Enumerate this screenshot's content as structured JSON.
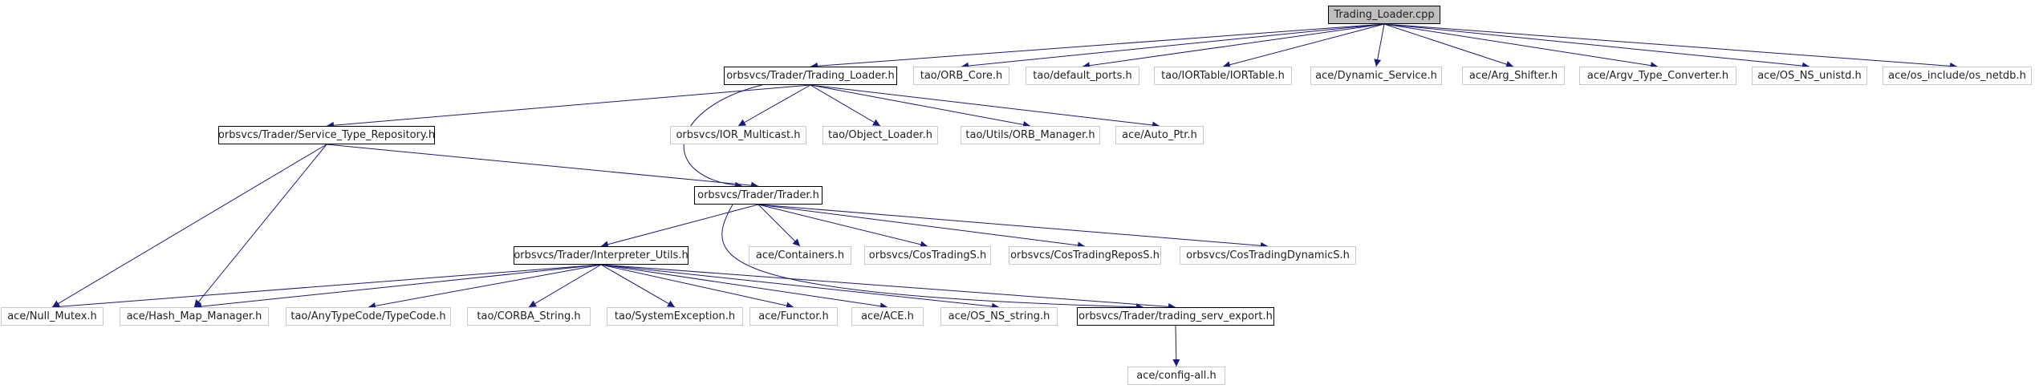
{
  "nodes": {
    "trading_loader_cpp": "Trading_Loader.cpp",
    "trading_loader_h": "orbsvcs/Trader/Trading_Loader.h",
    "orb_core_h": "tao/ORB_Core.h",
    "default_ports_h": "tao/default_ports.h",
    "iortable_h": "tao/IORTable/IORTable.h",
    "dynamic_service_h": "ace/Dynamic_Service.h",
    "arg_shifter_h": "ace/Arg_Shifter.h",
    "argv_type_converter_h": "ace/Argv_Type_Converter.h",
    "os_ns_unistd_h": "ace/OS_NS_unistd.h",
    "os_netdb_h": "ace/os_include/os_netdb.h",
    "service_type_repository_h": "orbsvcs/Trader/Service_Type_Repository.h",
    "ior_multicast_h": "orbsvcs/IOR_Multicast.h",
    "object_loader_h": "tao/Object_Loader.h",
    "orb_manager_h": "tao/Utils/ORB_Manager.h",
    "auto_ptr_h": "ace/Auto_Ptr.h",
    "trader_h": "orbsvcs/Trader/Trader.h",
    "containers_h": "ace/Containers.h",
    "cos_trading_s_h": "orbsvcs/CosTradingS.h",
    "cos_trading_repos_s_h": "orbsvcs/CosTradingReposS.h",
    "cos_trading_dynamic_s_h": "orbsvcs/CosTradingDynamicS.h",
    "interpreter_utils_h": "orbsvcs/Trader/Interpreter_Utils.h",
    "null_mutex_h": "ace/Null_Mutex.h",
    "hash_map_manager_h": "ace/Hash_Map_Manager.h",
    "typecode_h": "tao/AnyTypeCode/TypeCode.h",
    "corba_string_h": "tao/CORBA_String.h",
    "system_exception_h": "tao/SystemException.h",
    "functor_h": "ace/Functor.h",
    "ace_h": "ace/ACE.h",
    "os_ns_string_h": "ace/OS_NS_string.h",
    "trading_serv_export_h": "orbsvcs/Trader/trading_serv_export.h",
    "config_all_h": "ace/config-all.h"
  },
  "edges": [
    [
      "trading_loader_cpp",
      "trading_loader_h"
    ],
    [
      "trading_loader_cpp",
      "orb_core_h"
    ],
    [
      "trading_loader_cpp",
      "default_ports_h"
    ],
    [
      "trading_loader_cpp",
      "iortable_h"
    ],
    [
      "trading_loader_cpp",
      "dynamic_service_h"
    ],
    [
      "trading_loader_cpp",
      "arg_shifter_h"
    ],
    [
      "trading_loader_cpp",
      "argv_type_converter_h"
    ],
    [
      "trading_loader_cpp",
      "os_ns_unistd_h"
    ],
    [
      "trading_loader_cpp",
      "os_netdb_h"
    ],
    [
      "trading_loader_h",
      "service_type_repository_h"
    ],
    [
      "trading_loader_h",
      "ior_multicast_h"
    ],
    [
      "trading_loader_h",
      "object_loader_h"
    ],
    [
      "trading_loader_h",
      "orb_manager_h"
    ],
    [
      "trading_loader_h",
      "auto_ptr_h"
    ],
    [
      "trading_loader_h",
      "trader_h"
    ],
    [
      "service_type_repository_h",
      "trader_h"
    ],
    [
      "service_type_repository_h",
      "null_mutex_h"
    ],
    [
      "service_type_repository_h",
      "hash_map_manager_h"
    ],
    [
      "trader_h",
      "interpreter_utils_h"
    ],
    [
      "trader_h",
      "containers_h"
    ],
    [
      "trader_h",
      "cos_trading_s_h"
    ],
    [
      "trader_h",
      "cos_trading_repos_s_h"
    ],
    [
      "trader_h",
      "cos_trading_dynamic_s_h"
    ],
    [
      "trader_h",
      "trading_serv_export_h"
    ],
    [
      "interpreter_utils_h",
      "null_mutex_h"
    ],
    [
      "interpreter_utils_h",
      "hash_map_manager_h"
    ],
    [
      "interpreter_utils_h",
      "typecode_h"
    ],
    [
      "interpreter_utils_h",
      "corba_string_h"
    ],
    [
      "interpreter_utils_h",
      "system_exception_h"
    ],
    [
      "interpreter_utils_h",
      "functor_h"
    ],
    [
      "interpreter_utils_h",
      "ace_h"
    ],
    [
      "interpreter_utils_h",
      "os_ns_string_h"
    ],
    [
      "interpreter_utils_h",
      "trading_serv_export_h"
    ],
    [
      "trading_serv_export_h",
      "config_all_h"
    ]
  ],
  "colors": {
    "edge": "#1a1a7a",
    "root_fill": "#bfbfbf",
    "plain_border": "#c8c8c8",
    "linked_border": "#000000"
  }
}
